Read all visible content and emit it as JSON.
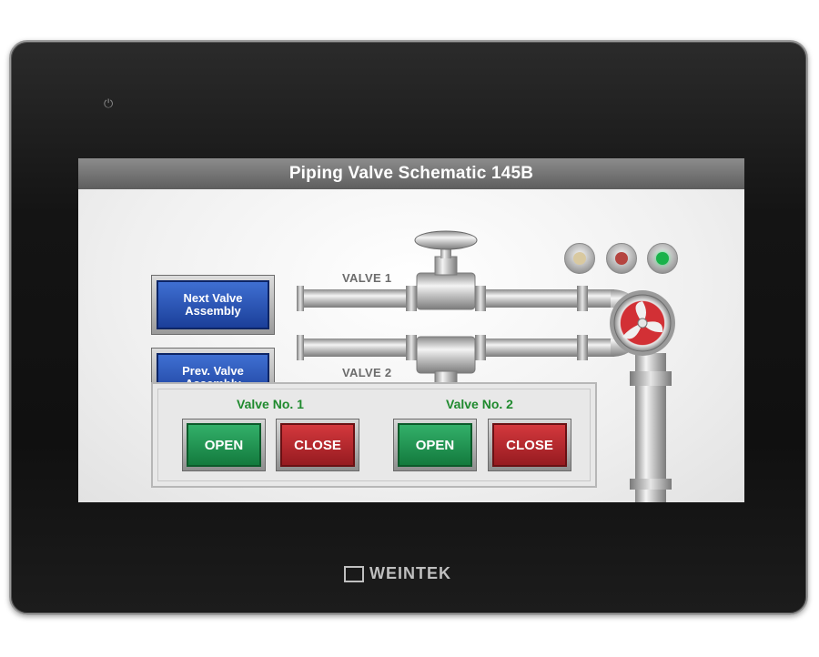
{
  "screen": {
    "title": "Piping Valve Schematic 145B"
  },
  "nav": {
    "next_label": "Next Valve\nAssembly",
    "prev_label": "Prev. Valve\nAssembly"
  },
  "pipes": {
    "valve1_label": "VALVE 1",
    "valve2_label": "VALVE 2"
  },
  "controls": {
    "group1": {
      "title": "Valve No. 1",
      "open_label": "OPEN",
      "close_label": "CLOSE"
    },
    "group2": {
      "title": "Valve No. 2",
      "open_label": "OPEN",
      "close_label": "CLOSE"
    }
  },
  "indicators": [
    {
      "name": "amber",
      "color": "#d9c9a0"
    },
    {
      "name": "red",
      "color": "#b5443f"
    },
    {
      "name": "green",
      "color": "#19b24a"
    }
  ],
  "colors": {
    "open_green": "#1f9a52",
    "close_red": "#c0292e",
    "nav_blue": "#2a55b8",
    "label_green": "#1f8a2e",
    "pump_red": "#d23035"
  },
  "device": {
    "brand": "WEINTEK"
  }
}
